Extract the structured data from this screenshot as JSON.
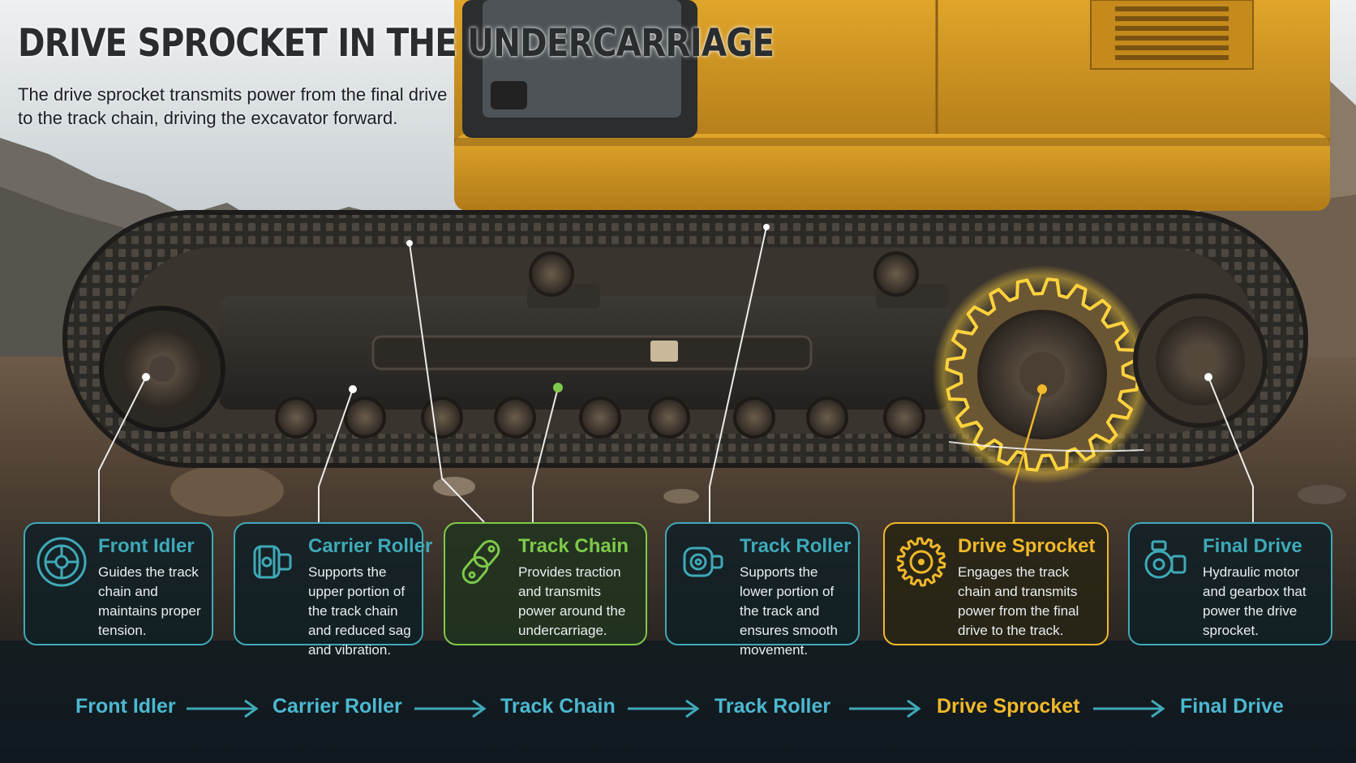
{
  "header": {
    "title": "DRIVE SPROCKET IN THE UNDERCARRIAGE",
    "subtitle": "The drive sprocket transmits power from the final drive to the track chain, driving the excavator forward."
  },
  "colors": {
    "accent_teal": "#3fa9b8",
    "accent_green": "#7ec94a",
    "accent_gold": "#f1b82a",
    "machine_yellow": "#d99d22",
    "flow_text": "#4cb8d0"
  },
  "components": [
    {
      "title": "Front Idler",
      "description": "Guides the track chain and maintains proper tension.",
      "icon": "idler-wheel-icon",
      "color": "#3fa9b8"
    },
    {
      "title": "Carrier Roller",
      "description": "Supports the upper portion of the track chain and reduced sag and vibration.",
      "icon": "carrier-roller-icon",
      "color": "#3fa9b8"
    },
    {
      "title": "Track Chain",
      "description": "Provides traction and transmits power around the undercarriage.",
      "icon": "chain-link-icon",
      "color": "#7ec94a"
    },
    {
      "title": "Track Roller",
      "description": "Supports the lower portion of the track and ensures smooth movement.",
      "icon": "track-roller-icon",
      "color": "#3fa9b8"
    },
    {
      "title": "Drive Sprocket",
      "description": "Engages the track chain and transmits power from the final drive to the track.",
      "icon": "sprocket-gear-icon",
      "color": "#f1b82a"
    },
    {
      "title": "Final Drive",
      "description": "Hydraulic motor and gearbox that power the drive sprocket.",
      "icon": "final-drive-motor-icon",
      "color": "#3fa9b8"
    }
  ],
  "flow": {
    "steps": [
      "Front Idler",
      "Carrier Roller",
      "Track Chain",
      "Track Roller",
      "Drive Sprocket",
      "Final Drive"
    ],
    "highlight": "Drive Sprocket"
  }
}
